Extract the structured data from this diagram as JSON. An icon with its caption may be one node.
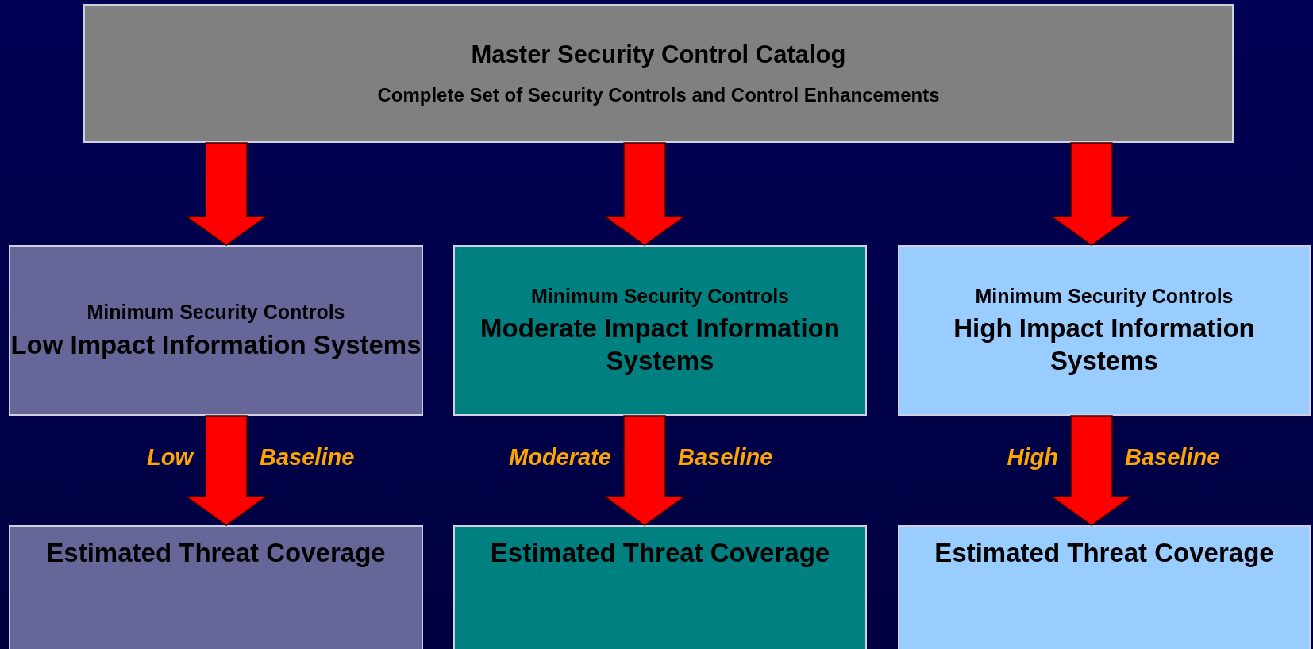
{
  "diagram": {
    "nodes": [
      {
        "text": [
          "Master Security Control Catalog",
          "Complete Set of Security Controls and Control Enhancements"
        ]
      },
      {
        "text": [
          "Minimum Security Controls",
          "Low Impact Information Systems"
        ]
      },
      {
        "text": [
          "Minimum Security Controls",
          "Moderate Impact Information Systems"
        ]
      },
      {
        "text": [
          "Minimum Security Controls",
          "High Impact Information Systems"
        ]
      },
      {
        "text": [
          "Estimated Threat Coverage"
        ]
      },
      {
        "text": [
          "Estimated Threat Coverage"
        ]
      },
      {
        "text": [
          "Estimated Threat Coverage"
        ]
      }
    ],
    "edges": [
      {
        "from": 0,
        "to": 1,
        "arrow": "to"
      },
      {
        "from": 0,
        "to": 2,
        "arrow": "to"
      },
      {
        "from": 0,
        "to": 3,
        "arrow": "to"
      },
      {
        "from": 1,
        "to": 4,
        "arrow": "to"
      },
      {
        "from": 2,
        "to": 5,
        "arrow": "to"
      },
      {
        "from": 3,
        "to": 6,
        "arrow": "to"
      }
    ],
    "labels": [
      "Low",
      "Baseline",
      "Moderate",
      "Baseline",
      "High",
      "Baseline"
    ]
  }
}
